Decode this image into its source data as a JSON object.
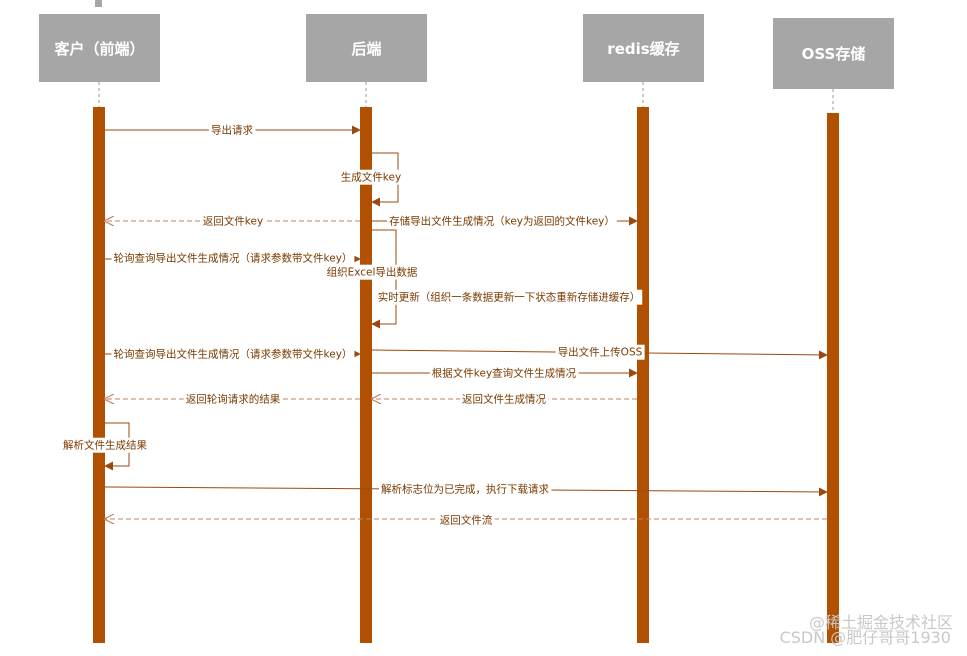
{
  "actors": [
    {
      "id": "client",
      "label": "客户（前端）"
    },
    {
      "id": "backend",
      "label": "后端"
    },
    {
      "id": "redis",
      "label": "redis缓存"
    },
    {
      "id": "oss",
      "label": "OSS存储"
    }
  ],
  "messages": [
    {
      "id": "export-request",
      "from": "client",
      "to": "backend",
      "style": "solid",
      "label": "导出请求"
    },
    {
      "id": "generate-key",
      "from": "backend",
      "to": "backend",
      "style": "self",
      "label": "生成文件key"
    },
    {
      "id": "return-key",
      "from": "backend",
      "to": "client",
      "style": "dashed",
      "label": "返回文件key"
    },
    {
      "id": "store-status",
      "from": "backend",
      "to": "redis",
      "style": "solid",
      "label": "存储导出文件生成情况（key为返回的文件key）"
    },
    {
      "id": "poll-1",
      "from": "client",
      "to": "backend",
      "style": "solid",
      "label": "轮询查询导出文件生成情况（请求参数带文件key）"
    },
    {
      "id": "organize-excel",
      "from": "backend",
      "to": "backend",
      "style": "self",
      "label": "组织Excel导出数据"
    },
    {
      "id": "realtime-update",
      "from": "backend",
      "to": "backend",
      "style": "self",
      "label": "实时更新（组织一条数据更新一下状态重新存储进缓存）"
    },
    {
      "id": "poll-2",
      "from": "client",
      "to": "backend",
      "style": "solid",
      "label": "轮询查询导出文件生成情况（请求参数带文件key）"
    },
    {
      "id": "upload-oss",
      "from": "backend",
      "to": "oss",
      "style": "solid",
      "label": "导出文件上传OSS"
    },
    {
      "id": "query-by-key",
      "from": "backend",
      "to": "redis",
      "style": "solid",
      "label": "根据文件key查询文件生成情况"
    },
    {
      "id": "return-poll-result",
      "from": "backend",
      "to": "client",
      "style": "dashed",
      "label": "返回轮询请求的结果"
    },
    {
      "id": "return-status",
      "from": "redis",
      "to": "backend",
      "style": "dashed",
      "label": "返回文件生成情况"
    },
    {
      "id": "parse-result",
      "from": "client",
      "to": "client",
      "style": "self",
      "label": "解析文件生成结果"
    },
    {
      "id": "download-request",
      "from": "client",
      "to": "oss",
      "style": "solid",
      "label": "解析标志位为已完成，执行下载请求"
    },
    {
      "id": "return-stream",
      "from": "oss",
      "to": "client",
      "style": "dashed",
      "label": "返回文件流"
    }
  ],
  "watermark": {
    "line1": "@稀土掘金技术社区",
    "line2": "CSDN @肥仔哥哥1930"
  },
  "colors": {
    "lifeline": "#b05000",
    "message": "#9a4a10",
    "label": "#7a3a00",
    "actor_bg": "#a6a6a6",
    "actor_text": "#ffffff"
  }
}
